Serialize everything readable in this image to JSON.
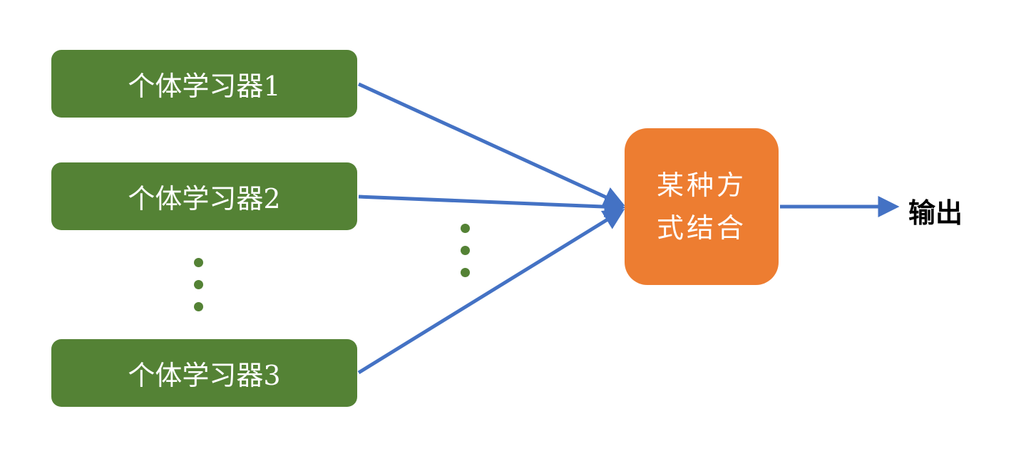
{
  "learners": [
    {
      "label": "个体学习器1"
    },
    {
      "label": "个体学习器2"
    },
    {
      "label": "个体学习器3"
    }
  ],
  "combiner": {
    "line1": "某种方",
    "line2": "式结合"
  },
  "output": {
    "label": "输出"
  },
  "colors": {
    "learner_fill": "#548235",
    "combiner_fill": "#ED7D31",
    "arrow": "#4472C4",
    "dots": "#548235"
  }
}
